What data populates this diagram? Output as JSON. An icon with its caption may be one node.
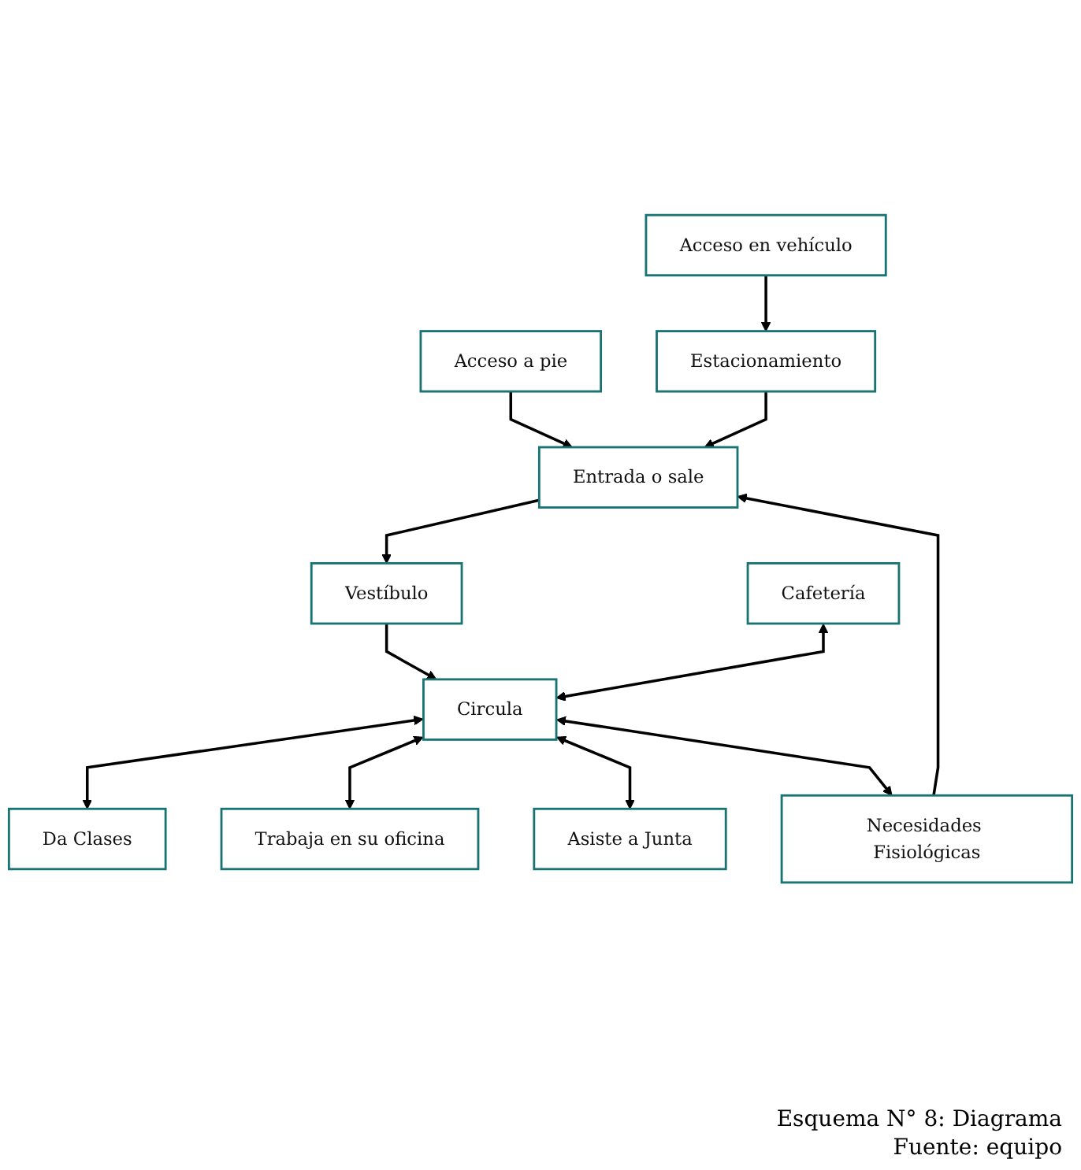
{
  "diagram": {
    "nodes": [
      {
        "text": [
          "Acceso a pie"
        ]
      },
      {
        "text": [
          "Acceso en vehículo"
        ]
      },
      {
        "text": [
          "Entrada o sale"
        ]
      },
      {
        "text": [
          "Estacionamiento"
        ]
      },
      {
        "text": [
          "Vestíbulo"
        ]
      },
      {
        "text": [
          "Cafetería"
        ]
      },
      {
        "text": [
          "Circula"
        ]
      },
      {
        "text": [
          "Trabaja en su oficina"
        ]
      },
      {
        "text": [
          "Da Clases"
        ]
      },
      {
        "text": [
          "Asiste a Junta"
        ]
      },
      {
        "text": [
          "Necesidades Fisiológicas"
        ]
      }
    ],
    "edges": [
      {
        "from": 0,
        "to": 2,
        "arrow": "to"
      },
      {
        "from": 1,
        "to": 3,
        "arrow": "to"
      },
      {
        "from": 3,
        "to": 2,
        "arrow": "to"
      },
      {
        "from": 2,
        "to": 4,
        "arrow": "to"
      },
      {
        "from": 4,
        "to": 6,
        "arrow": "to"
      },
      {
        "from": 5,
        "to": 6,
        "arrow": "both"
      },
      {
        "from": 6,
        "to": 8,
        "arrow": "both"
      },
      {
        "from": 6,
        "to": 7,
        "arrow": "both"
      },
      {
        "from": 6,
        "to": 9,
        "arrow": "both"
      },
      {
        "from": 6,
        "to": 10,
        "arrow": "both"
      },
      {
        "from": 10,
        "to": 2,
        "arrow": "to"
      }
    ],
    "labels": [
      "Esquema N° 8: Diagrama",
      "Fuente: equipo"
    ]
  }
}
